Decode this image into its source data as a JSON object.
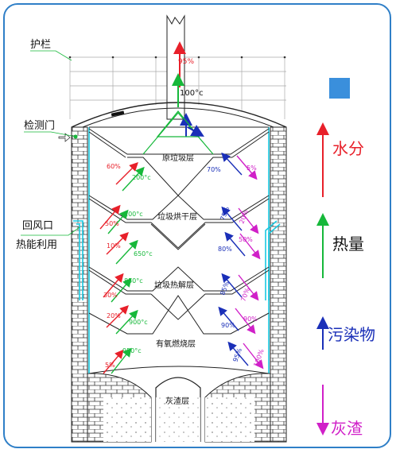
{
  "labels": {
    "guardrail": "护栏",
    "inspection_door": "检测门",
    "return_air": "回风口",
    "heat_utilization": "热能利用",
    "chimney_top_pct": "95%",
    "chimney_temp": "100°c",
    "ash_layer": "灰渣层"
  },
  "layers": [
    {
      "name": "原垃圾层"
    },
    {
      "name": "垃圾烘干层"
    },
    {
      "name": "垃圾热解层"
    },
    {
      "name": "有氧燃烧层"
    }
  ],
  "left_annotations": [
    {
      "text": "60%",
      "color": "#e8202a"
    },
    {
      "text": "200°c",
      "color": "#16b83a"
    },
    {
      "text": "100°c",
      "color": "#16b83a"
    },
    {
      "text": "50%",
      "color": "#e8202a"
    },
    {
      "text": "10%",
      "color": "#e8202a"
    },
    {
      "text": "650°c",
      "color": "#16b83a"
    },
    {
      "text": "850°c",
      "color": "#16b83a"
    },
    {
      "text": "30%",
      "color": "#e8202a"
    },
    {
      "text": "20%",
      "color": "#e8202a"
    },
    {
      "text": "900°c",
      "color": "#16b83a"
    },
    {
      "text": "950°c",
      "color": "#16b83a"
    },
    {
      "text": "5%",
      "color": "#e8202a"
    }
  ],
  "right_annotations": [
    {
      "text": "70%",
      "color": "#1a2fb8"
    },
    {
      "text": "5%",
      "color": "#d020c8"
    },
    {
      "text": "75%",
      "color": "#1a2fb8"
    },
    {
      "text": "20%",
      "color": "#d020c8"
    },
    {
      "text": "80%",
      "color": "#1a2fb8"
    },
    {
      "text": "50%",
      "color": "#d020c8"
    },
    {
      "text": "85%",
      "color": "#1a2fb8"
    },
    {
      "text": "70%",
      "color": "#d020c8"
    },
    {
      "text": "90%",
      "color": "#1a2fb8"
    },
    {
      "text": "90%",
      "color": "#d020c8"
    },
    {
      "text": "95%",
      "color": "#1a2fb8"
    },
    {
      "text": "100%",
      "color": "#d020c8"
    }
  ],
  "legend": [
    {
      "label": "水分",
      "color": "#e8202a"
    },
    {
      "label": "热量",
      "color": "#16b83a"
    },
    {
      "label": "污染物",
      "color": "#1a2fb8"
    },
    {
      "label": "灰渣",
      "color": "#d020c8"
    }
  ],
  "colors": {
    "frame": "#2f7fc7",
    "swatch": "#3a8fdc",
    "cyan": "#18c8e0",
    "line": "#222222"
  }
}
